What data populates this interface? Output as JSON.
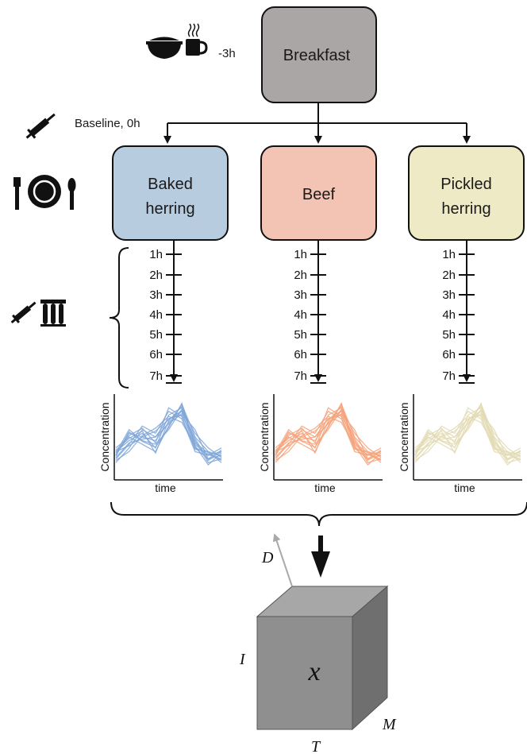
{
  "breakfast": {
    "label": "Breakfast",
    "time": "-3h",
    "color": "#aba6a6"
  },
  "baseline": {
    "label": "Baseline, 0h"
  },
  "meals": [
    {
      "line1": "Baked",
      "line2": "herring",
      "color": "#b8cce0",
      "line_color": "#7fa6d8"
    },
    {
      "line1": "Beef",
      "line2": "",
      "color": "#f3c4b4",
      "line_color": "#f5a27a"
    },
    {
      "line1": "Pickled",
      "line2": "herring",
      "color": "#eeeac6",
      "line_color": "#e2dab4"
    }
  ],
  "timepoints": [
    "1h",
    "2h",
    "3h",
    "4h",
    "5h",
    "6h",
    "7h"
  ],
  "plot": {
    "ylabel": "Concentration",
    "xlabel": "time"
  },
  "tensor": {
    "symbol": "x",
    "dims": {
      "I": "I",
      "T": "T",
      "M": "M",
      "D": "D"
    }
  },
  "icons": [
    "bowl-icon",
    "coffee-cup-icon",
    "syringe-icon",
    "plate-cutlery-icon",
    "test-tubes-icon"
  ]
}
